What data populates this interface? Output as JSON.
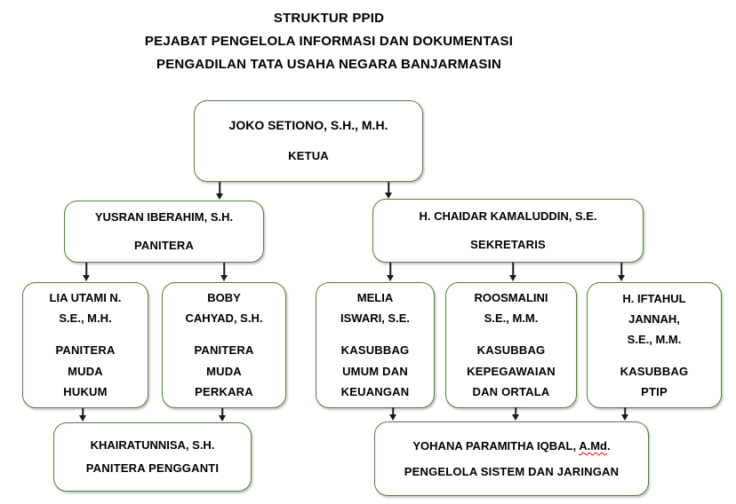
{
  "title": {
    "lines": [
      "STRUKTUR PPID",
      "PEJABAT PENGELOLA INFORMASI DAN DOKUMENTASI",
      "PENGADILAN TATA USAHA NEGARA BANJARMASIN"
    ]
  },
  "colors": {
    "box_border": "#538135",
    "arrow": "#1a1a1a",
    "text": "#000000",
    "spellcheck_underline": "#FF0000",
    "background": "#FFFFFF"
  },
  "nodes": {
    "ketua": {
      "name_lines": [
        "JOKO SETIONO, S.H., M.H."
      ],
      "role_lines": [
        "KETUA"
      ]
    },
    "panitera": {
      "name_lines": [
        "YUSRAN IBERAHIM, S.H."
      ],
      "role_lines": [
        "PANITERA"
      ]
    },
    "sekretaris": {
      "name_lines": [
        "H. CHAIDAR KAMALUDDIN, S.E."
      ],
      "role_lines": [
        "SEKRETARIS"
      ]
    },
    "panitera_muda_hukum": {
      "name_lines": [
        "LIA UTAMI N.",
        "S.E., M.H."
      ],
      "role_lines": [
        "PANITERA",
        "MUDA",
        "HUKUM"
      ]
    },
    "panitera_muda_perkara": {
      "name_lines": [
        "BOBY",
        "CAHYAD, S.H."
      ],
      "role_lines": [
        "PANITERA",
        "MUDA",
        "PERKARA"
      ]
    },
    "kasubbag_umum_keuangan": {
      "name_lines": [
        "MELIA",
        "ISWARI, S.E."
      ],
      "role_lines": [
        "KASUBBAG",
        "UMUM DAN",
        "KEUANGAN"
      ]
    },
    "kasubbag_kepegawaian_ortala": {
      "name_lines": [
        "ROOSMALINI",
        "S.E., M.M."
      ],
      "role_lines": [
        "KASUBBAG",
        "KEPEGAWAIAN",
        "DAN ORTALA"
      ]
    },
    "kasubbag_ptip": {
      "name_lines": [
        "H. IFTAHUL",
        "JANNAH,",
        "S.E., M.M."
      ],
      "role_lines": [
        "KASUBBAG",
        "PTIP"
      ]
    },
    "panitera_pengganti": {
      "name_lines": [
        "KHAIRATUNNISA, S.H."
      ],
      "role_lines": [
        "PANITERA PENGGANTI"
      ]
    },
    "pengelola_sistem_jaringan": {
      "name_prefix": "YOHANA PARAMITHA IQBAL, ",
      "name_flagged": "A.Md",
      "name_suffix": ".",
      "role_lines": [
        "PENGELOLA SISTEM DAN JARINGAN"
      ]
    }
  }
}
